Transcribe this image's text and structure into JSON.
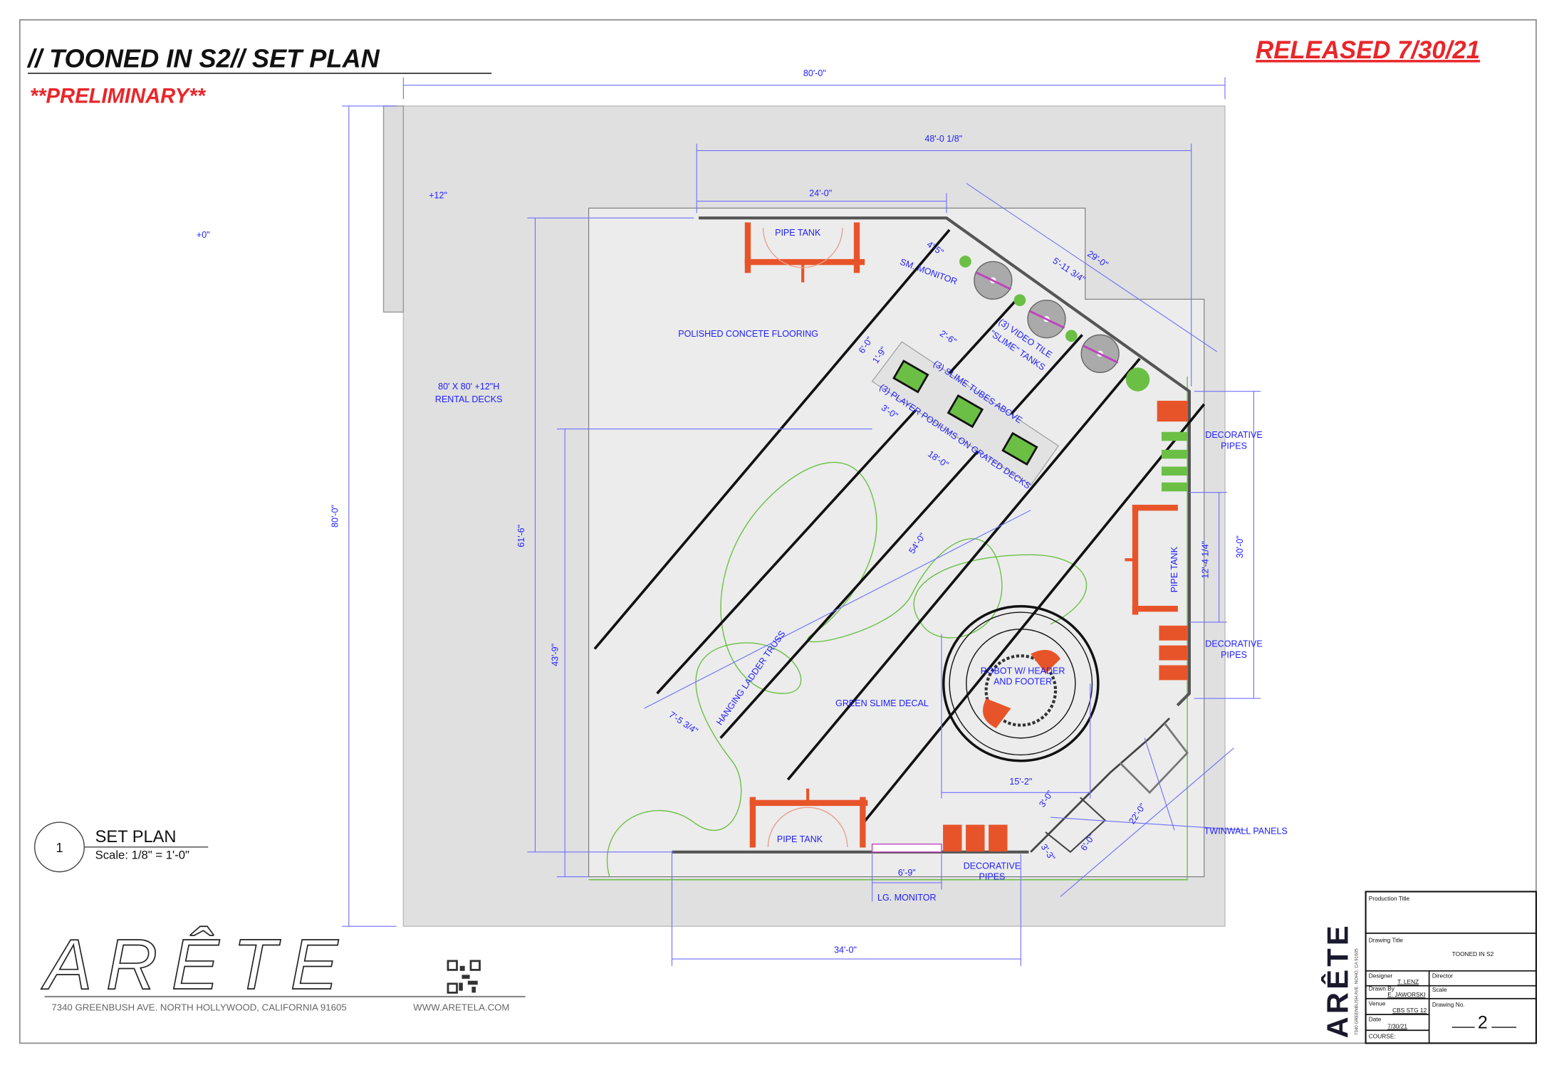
{
  "header": {
    "title": "// TOONED IN S2// SET PLAN",
    "preliminary": "**PRELIMINARY**",
    "released": "RELEASED 7/30/21"
  },
  "colors": {
    "red": "#e8262a",
    "blue": "#2020ff",
    "orange": "#e8542a",
    "green": "#6bbf45",
    "deck": "#e0e0e0"
  },
  "dimensions": {
    "overall_width": "80'-0\"",
    "overall_depth": "80'-0\"",
    "stage_width": "48'-0 1/8\"",
    "back_wall": "24'-0\"",
    "stage_depth": "61'-6\"",
    "inner_depth": "43'-9\"",
    "front_width": "34'-0\"",
    "diag_wall": "29'-0\"",
    "sm_monitor": "4'-5\"",
    "tank_spacing": "5'-11 3/4\"",
    "tube_spacing": "2'-6\"",
    "podium_depth": "6'-0\"",
    "podium_offset": "1'-9\"",
    "podium_width": "3'-0\"",
    "podium_deck": "18'-0\"",
    "diag_main": "54'-0\"",
    "truss_spacing": "7'-5 3/4\"",
    "right_pipes": "30'-0\"",
    "right_tank": "12'-4 1/4\"",
    "robot": "15'-2\"",
    "panel_a": "3'-0\"",
    "panel_run": "22'-0\"",
    "panel_b": "3'-3\"",
    "panel_c": "6'-0\"",
    "lg_monitor": "6'-9\""
  },
  "labels": {
    "deck_height": "+12\"",
    "floor_height": "+0\"",
    "rental_decks_1": "80' X 80' +12\"H",
    "rental_decks_2": "RENTAL DECKS",
    "flooring": "POLISHED CONCETE FLOORING",
    "pipe_tank_top": "PIPE TANK",
    "sm_monitor": "SM. MONITOR",
    "video_tile_1": "(3) VIDEO TILE",
    "video_tile_2": "\"SLIME\" TANKS",
    "slime_tubes": "(3) SLIME TUBES ABOVE",
    "podiums": "(3) PLAYER PODIUMS ON GRATED DECKS",
    "deco_pipes_1a": "DECORATIVE",
    "deco_pipes_1b": "PIPES",
    "pipe_tank_right": "PIPE TANK",
    "deco_pipes_2a": "DECORATIVE",
    "deco_pipes_2b": "PIPES",
    "robot_1": "ROBOT W/ HEADER",
    "robot_2": "AND FOOTER",
    "slime_decal": "GREEN SLIME DECAL",
    "ladder_truss": "HANGING LADDER TRUSS",
    "pipe_tank_bottom": "PIPE TANK",
    "deco_pipes_3a": "DECORATIVE",
    "deco_pipes_3b": "PIPES",
    "lg_monitor": "LG. MONITOR",
    "twinwall": "TWINWALL PANELS"
  },
  "drawing_tag": {
    "number": "1",
    "title": "SET PLAN",
    "scale": "Scale: 1/8\" = 1'-0\""
  },
  "footer": {
    "logo": "ARÊTE",
    "address": "7340 GREENBUSH AVE. NORTH HOLLYWOOD, CALIFORNIA  91605",
    "website": "WWW.ARETELA.COM"
  },
  "title_block": {
    "logo": "ARÊTE",
    "logo_address": "7340 GREENBUSH AVE. NOHO, CA 91605",
    "production_title_label": "Production Title",
    "drawing_title_label": "Drawing Title",
    "drawing_title": "TOONED IN S2",
    "designer_label": "Designer",
    "designer": "T. LENZ",
    "director_label": "Director",
    "drawn_by_label": "Drawn By",
    "drawn_by": "E. JAWORSKI",
    "scale_label": "Scale",
    "venue_label": "Venue",
    "venue": "CBS STG 12",
    "drawing_no_label": "Drawing No.",
    "drawing_no": "2",
    "date_label": "Date",
    "date": "7/30/21",
    "course_label": "COURSE:"
  }
}
